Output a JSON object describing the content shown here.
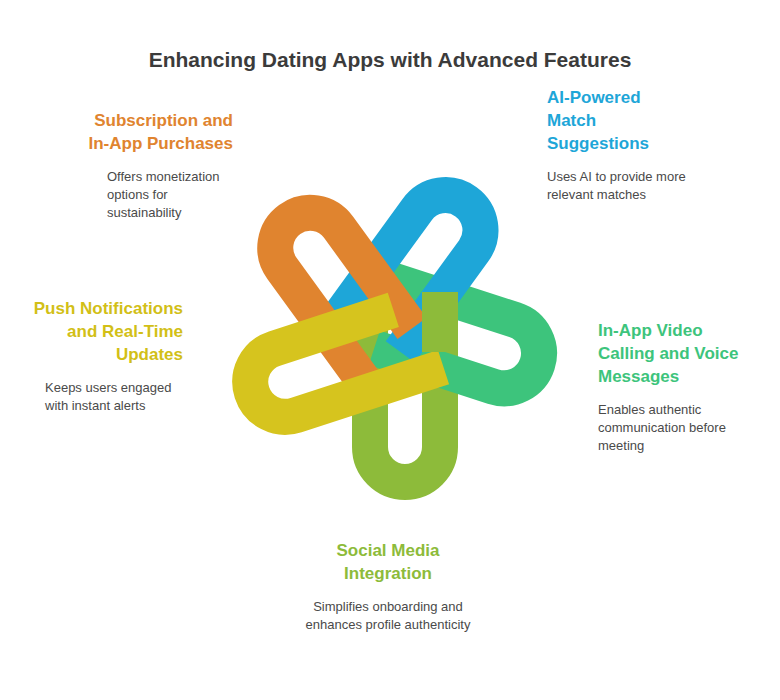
{
  "diagram": {
    "title": "Enhancing Dating Apps with Advanced Features",
    "nodes": [
      {
        "text": [
          "Subscription and In-App Purchases",
          "Offers monetization options for sustainability"
        ]
      },
      {
        "text": [
          "AI-Powered Match Suggestions",
          "Uses AI to provide more relevant matches"
        ]
      },
      {
        "text": [
          "Push Notifications and Real-Time Updates",
          "Keeps users engaged with instant alerts"
        ]
      },
      {
        "text": [
          "In-App Video Calling and Voice Messages",
          "Enables authentic communication before meeting"
        ]
      },
      {
        "text": [
          "Social Media Integration",
          "Simplifies onboarding and enhances profile authenticity"
        ]
      }
    ]
  }
}
